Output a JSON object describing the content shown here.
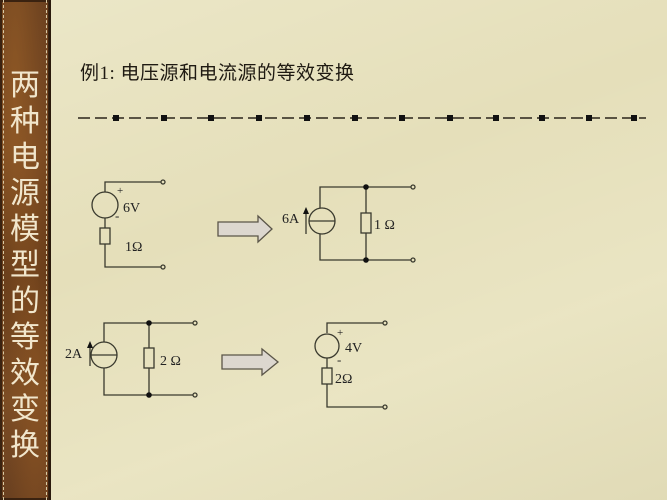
{
  "sidebar": {
    "title_chars": [
      "两",
      "种",
      "电",
      "源",
      "模",
      "型",
      "的",
      "等",
      "效",
      "变",
      "换"
    ],
    "title": "两种电源模型的等效变换"
  },
  "slide": {
    "heading": "例1:  电压源和电流源的等效变换"
  },
  "circuits": {
    "top_left": {
      "type": "voltage-source-series",
      "source_value": "6V",
      "plus_label": "+",
      "minus_label": "-",
      "resistor_value": "1Ω"
    },
    "top_right": {
      "type": "current-source-parallel",
      "source_value": "6A",
      "resistor_value": "1 Ω"
    },
    "bottom_left": {
      "type": "current-source-parallel",
      "source_value": "2A",
      "resistor_value": "2 Ω"
    },
    "bottom_right": {
      "type": "voltage-source-series",
      "source_value": "4V",
      "plus_label": "+",
      "minus_label": "-",
      "resistor_value": "2Ω"
    }
  },
  "arrows": {
    "top": "right-arrow",
    "bottom": "right-arrow"
  },
  "colors": {
    "background": "#e5dfba",
    "sidebar": "#6d4220",
    "ink": "#222222",
    "arrow_fill": "#dcd7cf"
  }
}
